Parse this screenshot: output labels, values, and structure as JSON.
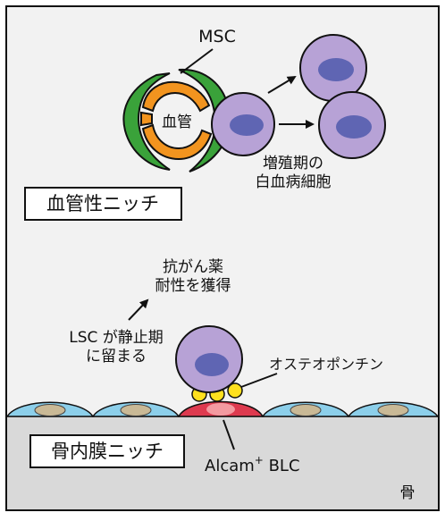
{
  "labels": {
    "msc": "MSC",
    "vessel": "血管",
    "proliferating_line1": "増殖期の",
    "proliferating_line2": "白血病細胞",
    "vascular_niche": "血管性ニッチ",
    "drug_resistance_line1": "抗がん薬",
    "drug_resistance_line2": "耐性を獲得",
    "lsc_line1": "LSC が静止期",
    "lsc_line2": "に留まる",
    "osteopontin": "オステオポンチン",
    "endosteal_niche": "骨内膜ニッチ",
    "alcam_main": "Alcam",
    "alcam_sup": "+",
    "alcam_suffix": " BLC",
    "bone": "骨"
  },
  "colors": {
    "background": "#f2f2f2",
    "bone": "#d9d9d9",
    "msc_green": "#3aa23a",
    "vessel_orange": "#f2941f",
    "cell_purple": "#b7a2d6",
    "nucleus_blue": "#5f65b3",
    "osteoblast_blue": "#8ccfea",
    "osteoblast_nucleus": "#c9b996",
    "blc_red": "#de3a4f",
    "blc_nucleus": "#f39aa0",
    "osteopontin_yellow": "#ffe01e"
  }
}
